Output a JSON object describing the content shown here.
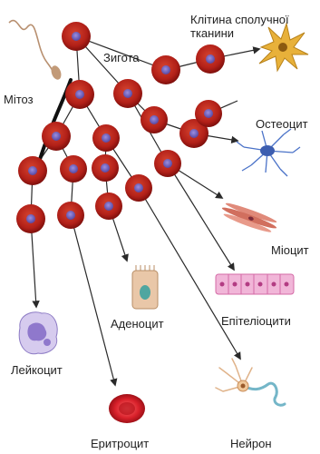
{
  "labels": {
    "zygote": "Зигота",
    "mitosis": "Мітоз",
    "connective": "Клітина сполучної\nтканини",
    "osteocyte": "Остеоцит",
    "myocyte": "Міоцит",
    "epithelial": "Епітеліоцити",
    "adenocyte": "Аденоцит",
    "leukocyte": "Лейкоцит",
    "erythrocyte": "Еритроцит",
    "neuron": "Нейрон"
  },
  "colors": {
    "cell_fill": "#b22018",
    "cell_dark": "#7e0f0c",
    "nucleus": "#6a5bb8",
    "line": "#2a2a2a",
    "mitosis_bracket": "#111111",
    "connective_cell": "#e8b13a",
    "osteocyte_cell": "#4a72c8",
    "myocyte_cell": "#e08a7a",
    "epithelial_cell": "#e889c0",
    "adenocyte_cell": "#d9b79a",
    "leukocyte_cell": "#a58fd0",
    "erythrocyte_cell": "#d8202a",
    "neuron_cell": "#e0b38a",
    "sperm": "#b89070"
  }
}
